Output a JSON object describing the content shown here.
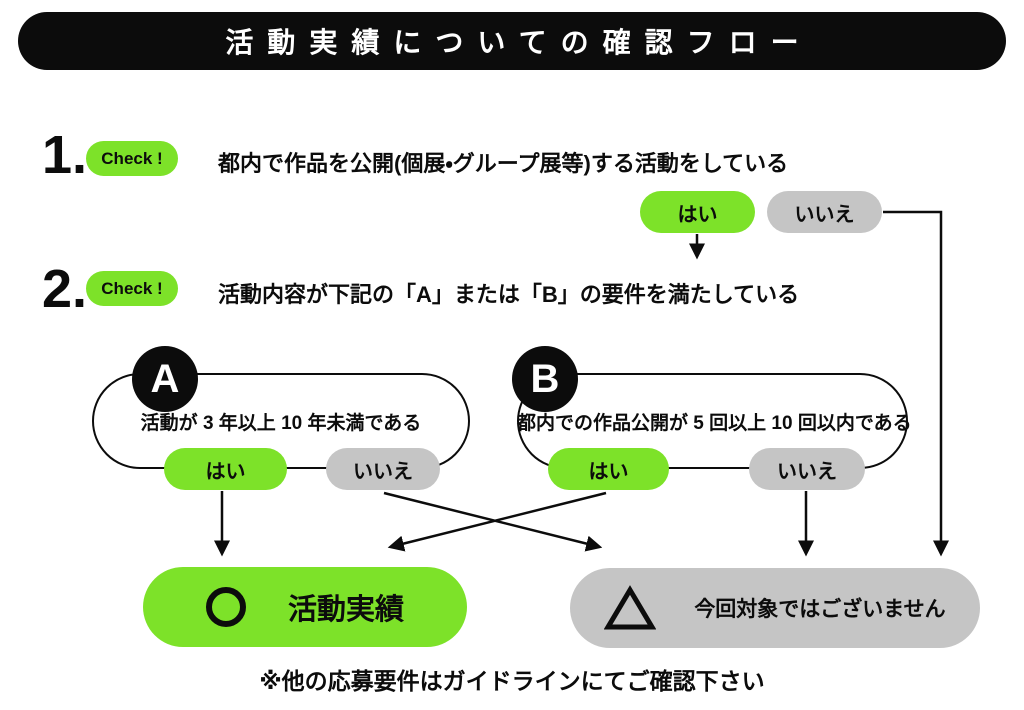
{
  "title": "活動実績についての確認フロー",
  "steps": [
    {
      "number": "1.",
      "check_label": "Check !",
      "question": "都内で作品を公開(個展・グループ展等)する活動をしている",
      "yes_label": "はい",
      "no_label": "いいえ"
    },
    {
      "number": "2.",
      "check_label": "Check !",
      "question": "活動内容が下記の「A」または「B」の要件を満たしている"
    }
  ],
  "branches": [
    {
      "label": "A",
      "condition": "活動が 3 年以上 10 年未満である",
      "yes_label": "はい",
      "no_label": "いいえ"
    },
    {
      "label": "B",
      "condition": "都内での作品公開が 5 回以上 10 回以内である",
      "yes_label": "はい",
      "no_label": "いいえ"
    }
  ],
  "results": {
    "pass": {
      "icon": "circle-icon",
      "label": "活動実績"
    },
    "fail": {
      "icon": "triangle-icon",
      "label": "今回対象ではございません"
    }
  },
  "footer_note": "※他の応募要件はガイドラインにてご確認下さい",
  "colors": {
    "accent_green": "#7de229",
    "neutral_gray": "#c5c5c5",
    "ink_black": "#0c0c0c"
  }
}
